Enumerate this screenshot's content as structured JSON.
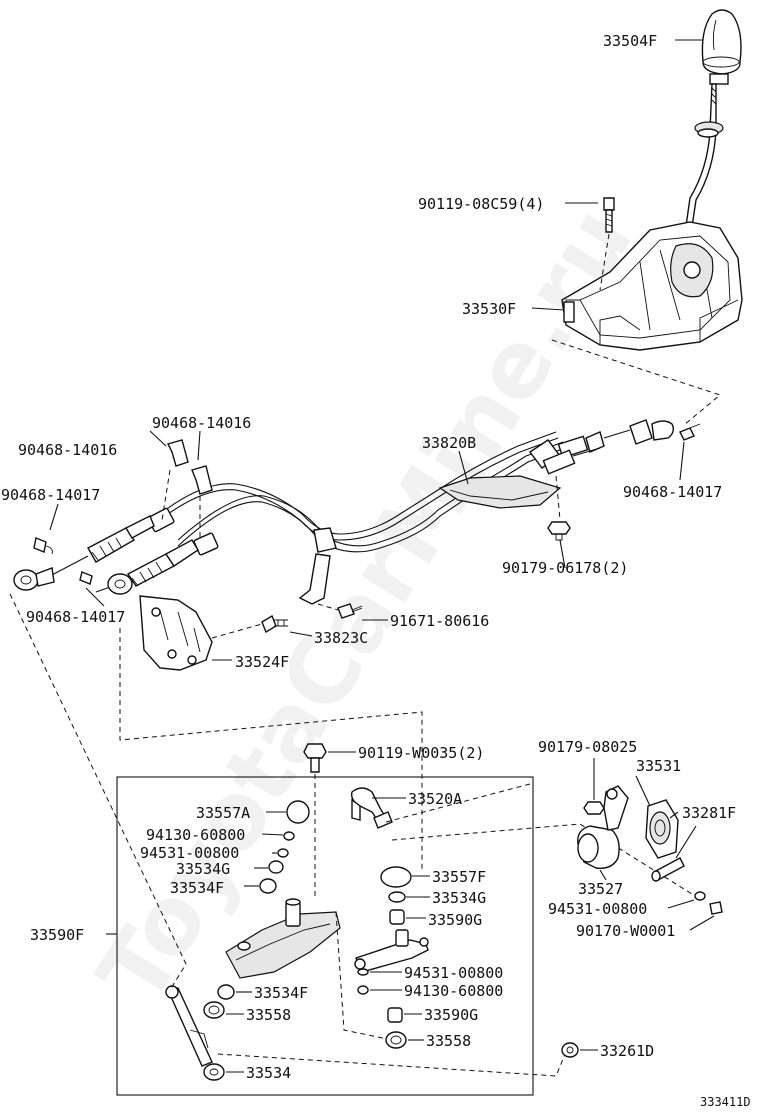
{
  "watermark": "ToyotaCarMine.ru",
  "diagram_code": "333411D",
  "labels": {
    "p33504F": "33504F",
    "p90119_08C59": "90119-08C59(4)",
    "p33530F": "33530F",
    "p90468_14016_a": "90468-14016",
    "p90468_14016_b": "90468-14016",
    "p33820B": "33820B",
    "p90468_14017_a": "90468-14017",
    "p90468_14017_b": "90468-14017",
    "p90468_14017_c": "90468-14017",
    "p90179_06178": "90179-06178(2)",
    "p91671_80616": "91671-80616",
    "p33823C": "33823C",
    "p33524F": "33524F",
    "p90119_W0035": "90119-W0035(2)",
    "p90179_08025": "90179-08025",
    "p33531": "33531",
    "p33281F": "33281F",
    "p33557A": "33557A",
    "p94130_60800_a": "94130-60800",
    "p94531_00800_a": "94531-00800",
    "p33534G_a": "33534G",
    "p33534F_a": "33534F",
    "p33520A": "33520A",
    "p33557F": "33557F",
    "p33534G_b": "33534G",
    "p33590G_a": "33590G",
    "p33527": "33527",
    "p94531_00800_c": "94531-00800",
    "p90170_W0001": "90170-W0001",
    "p33590F": "33590F",
    "p94531_00800_b": "94531-00800",
    "p94130_60800_b": "94130-60800",
    "p33534F_b": "33534F",
    "p33558_a": "33558",
    "p33590G_b": "33590G",
    "p33558_b": "33558",
    "p33261D": "33261D",
    "p33534": "33534"
  }
}
